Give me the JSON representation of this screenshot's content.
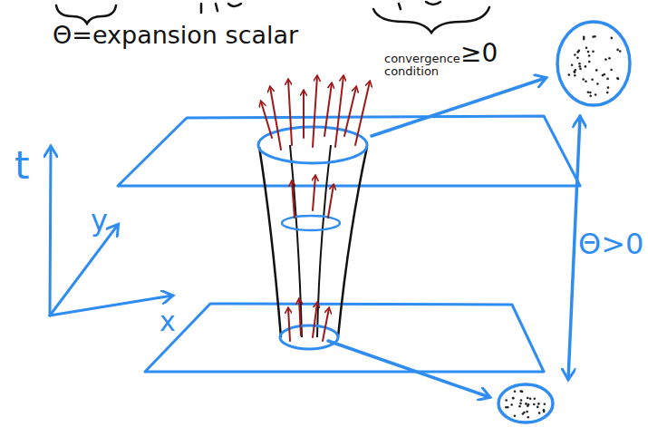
{
  "diagram": {
    "labels": [
      "Θ=expansion scalar",
      "≥0",
      "convergence condition",
      "t",
      "y",
      "x",
      "Θ>0"
    ]
  }
}
